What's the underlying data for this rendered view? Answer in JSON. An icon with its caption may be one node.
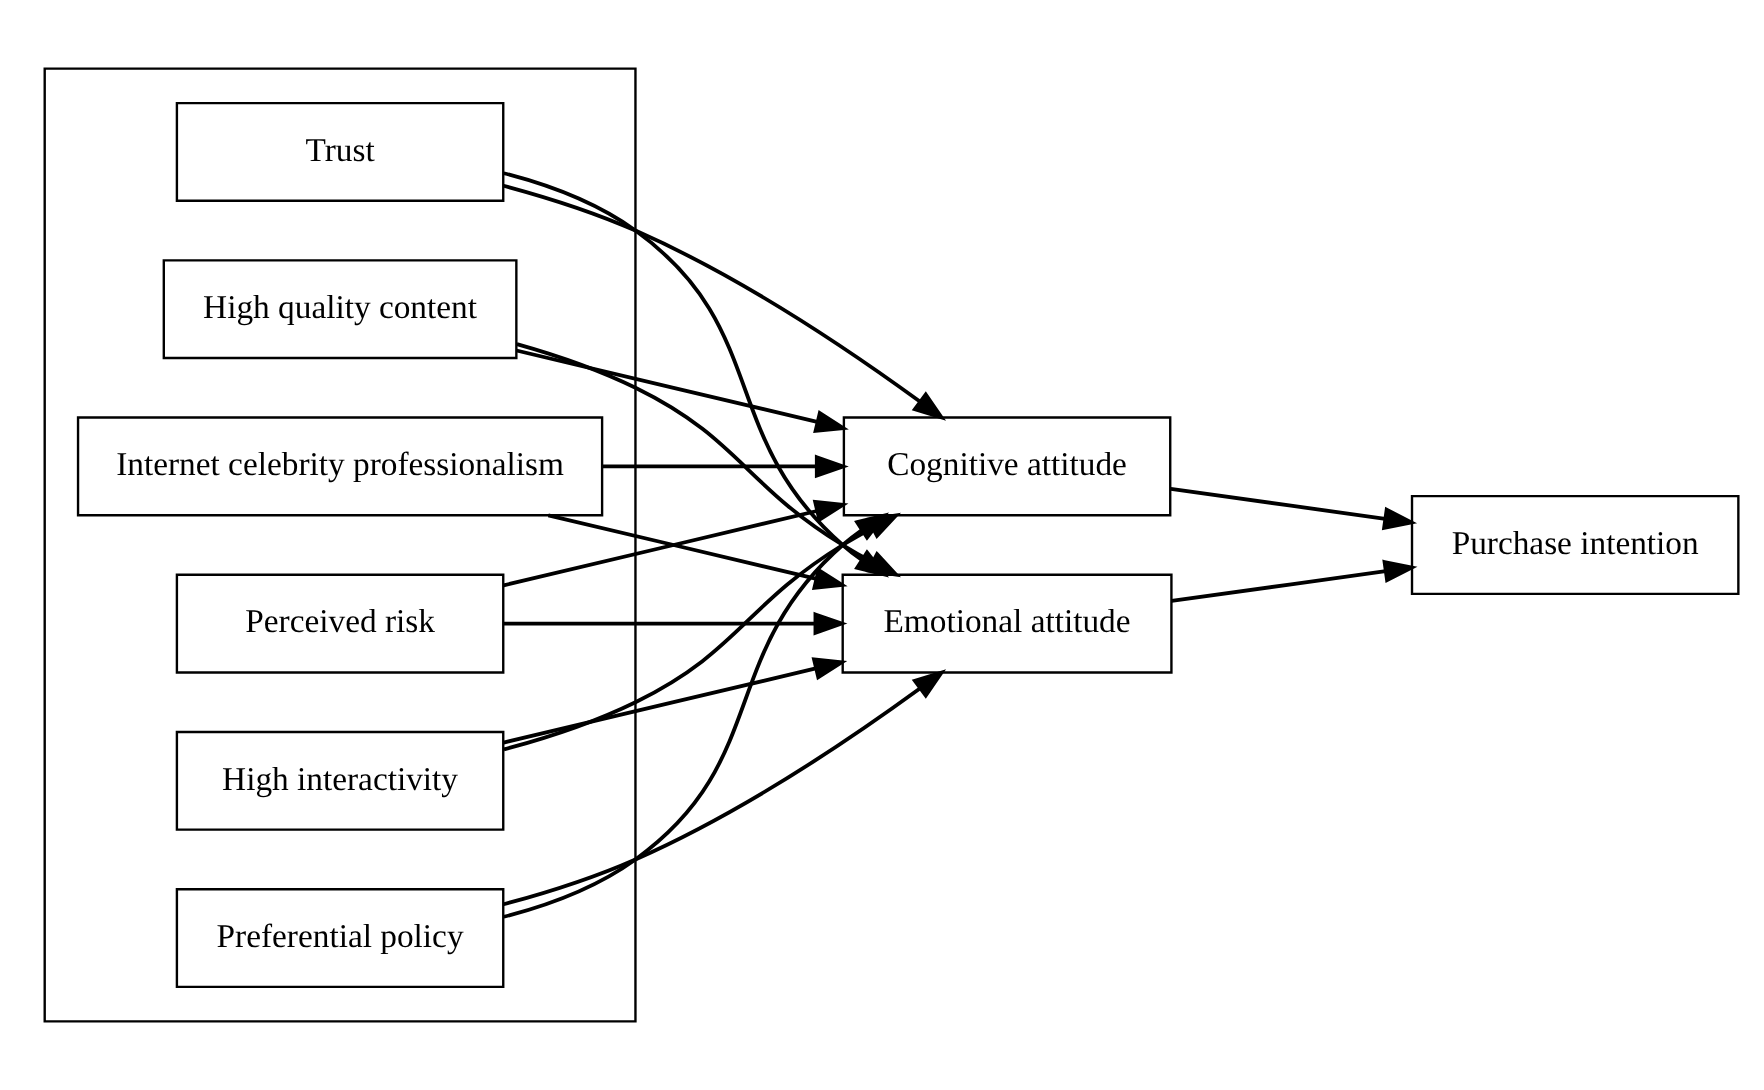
{
  "diagram": {
    "nodes": [
      {
        "text": [],
        "shape": "box"
      },
      {
        "text": [
          "High interactivity"
        ],
        "in": 0
      },
      {
        "text": [
          "Preferential policy"
        ],
        "in": 0
      },
      {
        "text": [
          "Trust"
        ],
        "in": 0
      },
      {
        "text": [
          "High quality content"
        ],
        "in": 0
      },
      {
        "text": [
          "Internet celebrity professionalism"
        ],
        "in": 0
      },
      {
        "text": [
          "Perceived risk"
        ],
        "in": 0
      },
      {
        "text": [
          "Cognitive attitude"
        ]
      },
      {
        "text": [
          "Emotional attitude"
        ]
      },
      {
        "text": [
          "Purchase intention"
        ]
      }
    ],
    "edges": [
      {
        "from": 1,
        "to": 7,
        "arrow": "to"
      },
      {
        "from": 1,
        "to": 8,
        "arrow": "to"
      },
      {
        "from": 2,
        "to": 7,
        "arrow": "to"
      },
      {
        "from": 2,
        "to": 8,
        "arrow": "to"
      },
      {
        "from": 3,
        "to": 7,
        "arrow": "to"
      },
      {
        "from": 3,
        "to": 8,
        "arrow": "to"
      },
      {
        "from": 4,
        "to": 7,
        "arrow": "to"
      },
      {
        "from": 4,
        "to": 8,
        "arrow": "to"
      },
      {
        "from": 5,
        "to": 7,
        "arrow": "to"
      },
      {
        "from": 5,
        "to": 8,
        "arrow": "to"
      },
      {
        "from": 6,
        "to": 7,
        "arrow": "to"
      },
      {
        "from": 6,
        "to": 8,
        "arrow": "to"
      },
      {
        "from": 7,
        "to": 9,
        "arrow": "to"
      },
      {
        "from": 8,
        "to": 9,
        "arrow": "to"
      }
    ]
  }
}
